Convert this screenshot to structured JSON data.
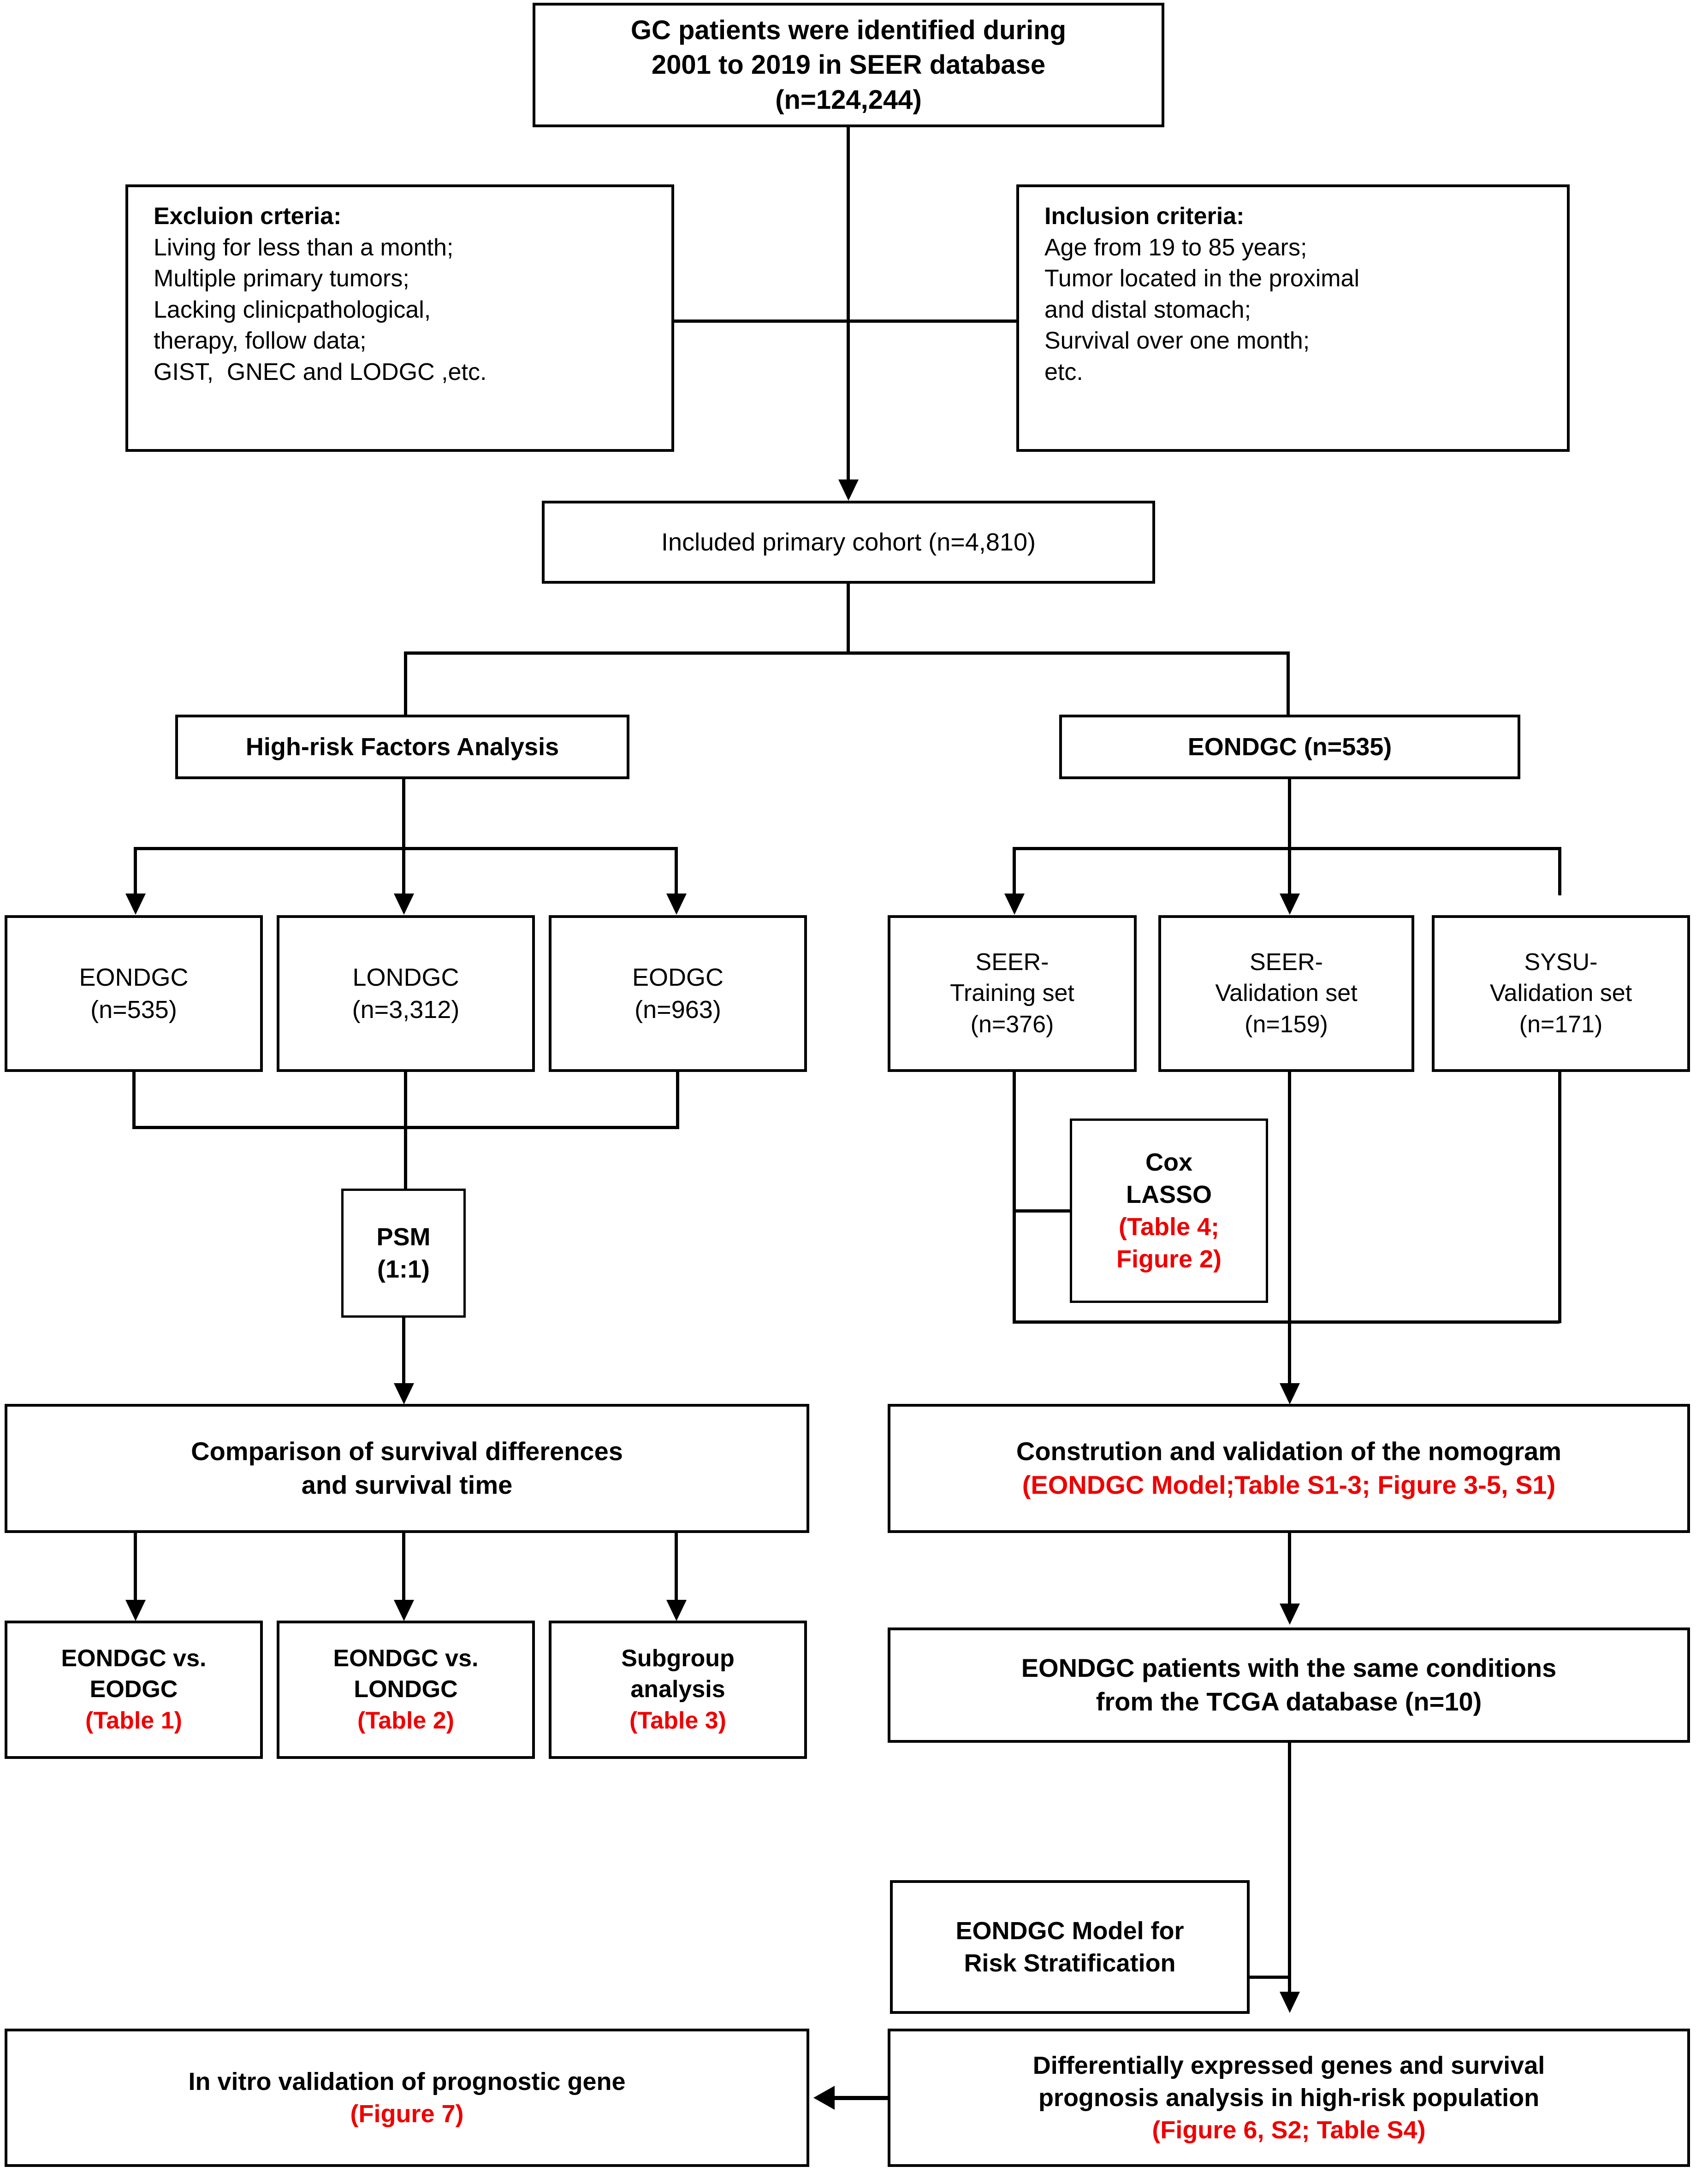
{
  "figure": {
    "type": "flowchart",
    "title": "Study flow diagram of gastric cancer (GC) patient selection and analysis",
    "accent_red": "#ee0000",
    "line_color": "#000000",
    "background": "#ffffff"
  },
  "nodes": {
    "source": {
      "line1": "GC patients were identified during",
      "line2": "2001 to 2019 in SEER database",
      "line3": "(n=124,244)"
    },
    "exclusion": {
      "heading": "Excluion crteria:",
      "items": [
        "Living for less than a month;",
        "Multiple primary tumors;",
        "Lacking clinicpathological,",
        "therapy, follow data;",
        "GIST,  GNEC and LODGC ,etc."
      ]
    },
    "inclusion": {
      "heading": "Inclusion criteria:",
      "items": [
        "Age from 19 to 85 years;",
        "Tumor located in the proximal",
        "and distal stomach;",
        "Survival over one month;",
        "etc."
      ]
    },
    "cohort": {
      "label": "Included primary cohort (n=4,810)"
    },
    "highrisk": {
      "label": "High-risk Factors Analysis"
    },
    "eondgc_branch": {
      "label": "EONDGC (n=535)"
    },
    "eondgc_group": {
      "line1": "EONDGC",
      "line2": "(n=535)"
    },
    "londgc_group": {
      "line1": "LONDGC",
      "line2": "(n=3,312)"
    },
    "eodgc_group": {
      "line1": "EODGC",
      "line2": "(n=963)"
    },
    "seer_training": {
      "line1": "SEER-",
      "line2": "Training set",
      "line3": "(n=376)"
    },
    "seer_validation": {
      "line1": "SEER-",
      "line2": "Validation set",
      "line3": "(n=159)"
    },
    "sysu_validation": {
      "line1": "SYSU-",
      "line2": "Validation set",
      "line3": "(n=171)"
    },
    "psm": {
      "line1": "PSM",
      "line2": "(1:1)"
    },
    "cox_lasso": {
      "line1": "Cox",
      "line2": "LASSO",
      "ref1": "(Table 4;",
      "ref2": "Figure 2)"
    },
    "comparison": {
      "line1": "Comparison of survival differences",
      "line2": "and survival time"
    },
    "nomogram": {
      "line1": "Constrution and validation of the nomogram",
      "ref": "(EONDGC Model;Table S1-3; Figure 3-5, S1)"
    },
    "cmp_eodgc": {
      "line1": "EONDGC vs.",
      "line2": "EODGC",
      "ref": "(Table 1)"
    },
    "cmp_londgc": {
      "line1": "EONDGC vs.",
      "line2": "LONDGC",
      "ref": "(Table 2)"
    },
    "subgroup": {
      "line1": "Subgroup",
      "line2": "analysis",
      "ref": "(Table 3)"
    },
    "tcga": {
      "line1": "EONDGC patients with the same conditions",
      "line2": "from the TCGA database (n=10)"
    },
    "risk_model": {
      "line1": "EONDGC Model for",
      "line2": "Risk Stratification"
    },
    "deg": {
      "line1": "Differentially expressed genes and survival",
      "line2": "prognosis analysis in high-risk population",
      "ref": "(Figure 6, S2; Table S4)"
    },
    "invitro": {
      "line1": "In vitro validation of prognostic gene",
      "ref": "(Figure 7)"
    }
  }
}
